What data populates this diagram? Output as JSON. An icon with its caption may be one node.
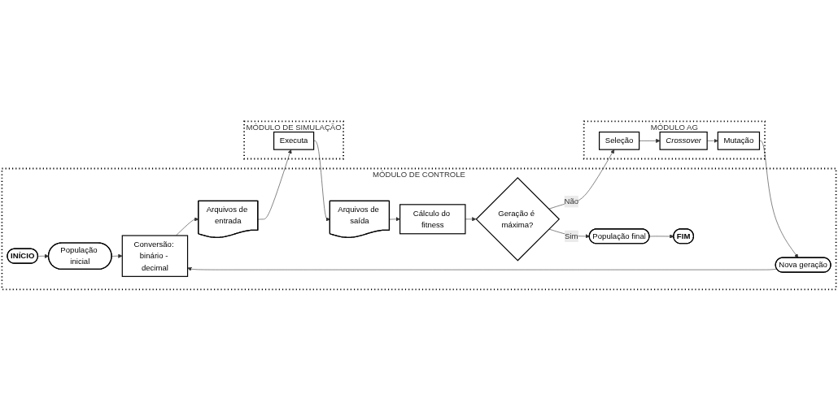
{
  "diagram": {
    "nodes": [
      {
        "text": [
          "MÓDULO AG"
        ]
      },
      {
        "text": [
          "Mutação"
        ],
        "in": 0
      },
      {
        "text": [
          "Crossover"
        ],
        "in": 0
      },
      {
        "text": [
          "Seleção"
        ],
        "in": 0
      },
      {
        "text": [
          "MÓDULO DE CONTROLE"
        ]
      },
      {
        "text": [
          "INÍCIO"
        ],
        "in": 4
      },
      {
        "text": [
          "Nova geração"
        ],
        "in": 4
      },
      {
        "text": [
          "População inicial"
        ],
        "in": 4
      },
      {
        "text": [
          "Conversão: binário - decimal"
        ],
        "in": 4
      },
      {
        "text": [
          "Arquivos de entrada"
        ],
        "in": 4
      },
      {
        "text": [
          "Geração é máxima?"
        ],
        "in": 4
      },
      {
        "text": [
          "Cálculo do fitness"
        ],
        "in": 4
      },
      {
        "text": [
          "Arquivos de saída"
        ],
        "in": 4
      },
      {
        "text": [
          "População final"
        ],
        "in": 4
      },
      {
        "text": [
          "FIM"
        ],
        "in": 4
      },
      {
        "text": [
          "MÓDULO DE SIMULAÇÃO"
        ]
      },
      {
        "text": [
          "Executa"
        ],
        "in": 15
      }
    ],
    "edges": [
      {
        "from": 1,
        "to": 6,
        "arrow": "to"
      },
      {
        "from": 2,
        "to": 1,
        "arrow": "to"
      },
      {
        "from": 3,
        "to": 2,
        "arrow": "to"
      },
      {
        "from": 5,
        "to": 7,
        "arrow": "to"
      },
      {
        "from": 6,
        "to": 8,
        "arrow": "to"
      },
      {
        "from": 7,
        "to": 8,
        "arrow": "to"
      },
      {
        "from": 8,
        "to": 9,
        "arrow": "to"
      },
      {
        "from": 9,
        "to": 16,
        "arrow": "to"
      },
      {
        "from": 16,
        "to": 12,
        "arrow": "to"
      },
      {
        "from": 12,
        "to": 11,
        "arrow": "to"
      },
      {
        "from": 11,
        "to": 10,
        "arrow": "to"
      },
      {
        "from": 10,
        "to": 3,
        "label": "Não",
        "arrow": "to"
      },
      {
        "from": 10,
        "to": 13,
        "label": "Sim",
        "arrow": "to"
      },
      {
        "from": 13,
        "to": 14,
        "arrow": "to"
      }
    ]
  }
}
